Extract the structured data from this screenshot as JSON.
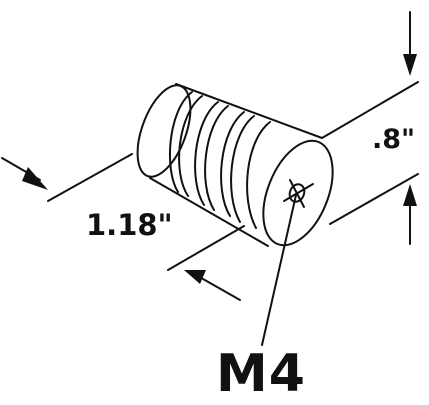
{
  "dimensions": {
    "length": "1.18\"",
    "diameter": ".8\"",
    "thread": "M4"
  },
  "colors": {
    "line": "#111111",
    "background": "#ffffff"
  }
}
